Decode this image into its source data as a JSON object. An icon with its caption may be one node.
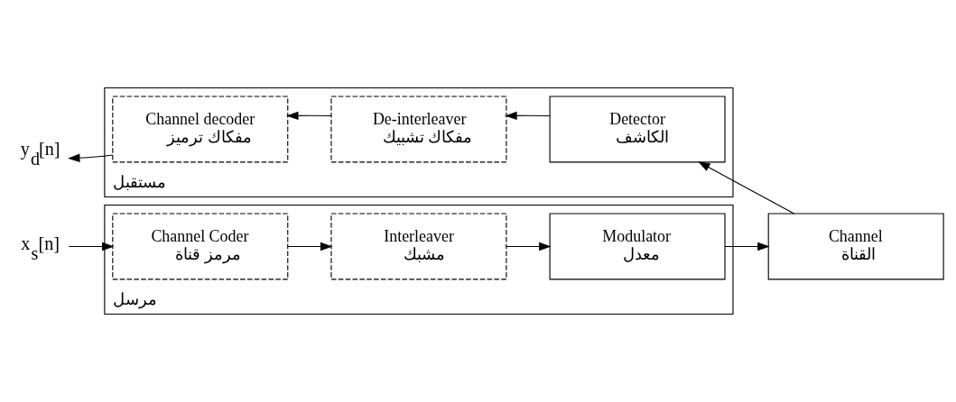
{
  "diagram": {
    "nodes": [
      {
        "text": [
          "مرسل"
        ]
      },
      {
        "text": [
          "x$_{s}$[n]"
        ]
      },
      {
        "text": [
          "Channel Coder",
          "مرمز قناة"
        ],
        "in": 0
      },
      {
        "text": [
          "Interleaver",
          "مشبك"
        ],
        "in": 0
      },
      {
        "text": [
          "Modulator",
          "معدل"
        ],
        "in": 0
      },
      {
        "text": [
          "Channel",
          "القناة"
        ]
      },
      {
        "text": [
          "مستقبل"
        ]
      },
      {
        "text": [
          "Detector",
          "الكاشف"
        ],
        "in": 6
      },
      {
        "text": [
          "De-interleaver",
          "مفكاك تشبيك"
        ],
        "in": 6
      },
      {
        "text": [
          "Channel decoder",
          "مفكاك ترميز"
        ],
        "in": 6
      },
      {
        "text": [
          "y$_{d}$[n]"
        ]
      }
    ],
    "edges": [
      {
        "from": 1,
        "to": 2,
        "arrow": "to"
      },
      {
        "from": 2,
        "to": 3,
        "arrow": "to"
      },
      {
        "from": 3,
        "to": 4,
        "arrow": "to"
      },
      {
        "from": 4,
        "to": 5,
        "arrow": "to"
      },
      {
        "from": 5,
        "to": 7,
        "arrow": "to"
      },
      {
        "from": 7,
        "to": 8,
        "arrow": "to"
      },
      {
        "from": 8,
        "to": 9,
        "arrow": "to"
      },
      {
        "from": 9,
        "to": 10,
        "arrow": "to"
      }
    ]
  }
}
